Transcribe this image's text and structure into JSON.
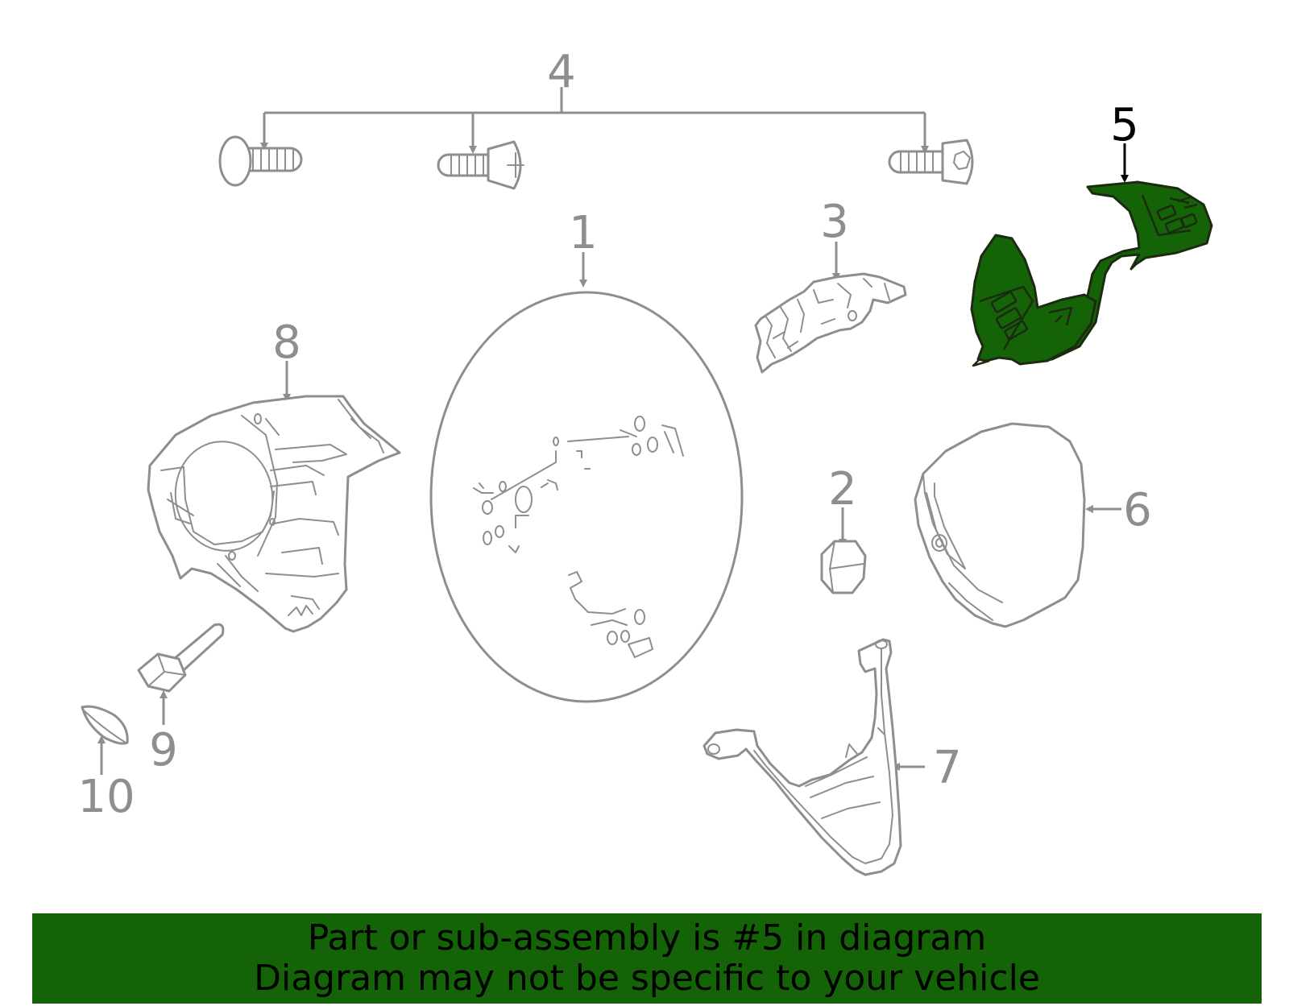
{
  "callouts": {
    "c1": "1",
    "c2": "2",
    "c3": "3",
    "c4": "4",
    "c5": "5",
    "c6": "6",
    "c7": "7",
    "c8": "8",
    "c9": "9",
    "c10": "10"
  },
  "highlighted_part": "5",
  "colors": {
    "highlight": "#146407",
    "line_art": "#8e8e8e",
    "banner_bg": "#146407",
    "banner_text": "#000000"
  },
  "banner": {
    "line1": "Part or sub-assembly is #5 in diagram",
    "line2": "Diagram may not be specific to your vehicle"
  }
}
